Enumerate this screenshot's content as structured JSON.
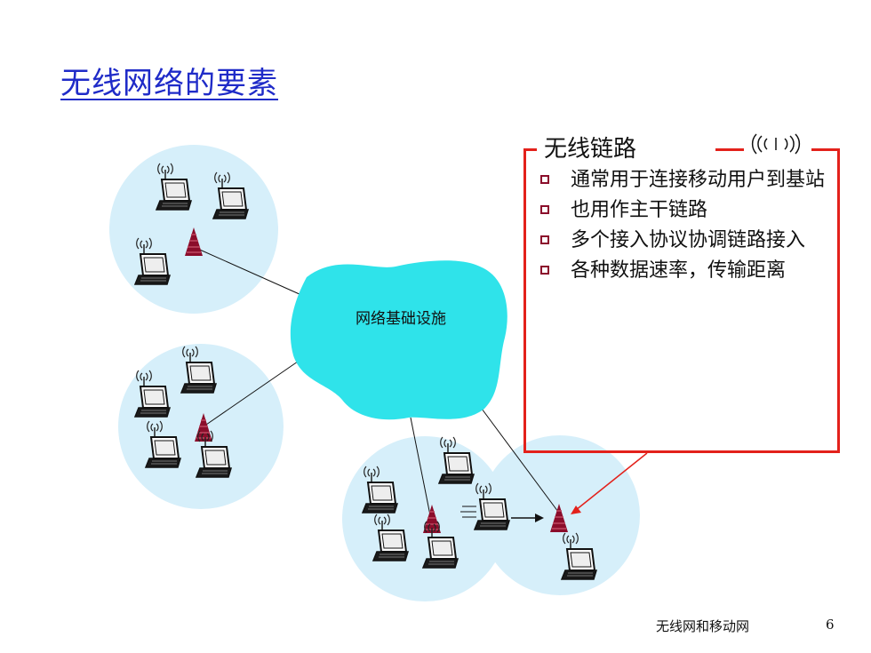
{
  "slide": {
    "title": "无线网络的要素",
    "footer": "无线网和移动网",
    "page_number": "6"
  },
  "diagram": {
    "network_label": "网络基础设施",
    "cloud_color": "#2fe3ea",
    "cell_color": "#d6effa",
    "base_station_color": "#8b0d2b"
  },
  "callout": {
    "heading": "无线链路",
    "border_color": "#e3211b",
    "bullets": [
      "通常用于连接移动用户到基站",
      "也用作主干链路",
      "多个接入协议协调链路接入",
      "各种数据速率，传输距离"
    ]
  }
}
